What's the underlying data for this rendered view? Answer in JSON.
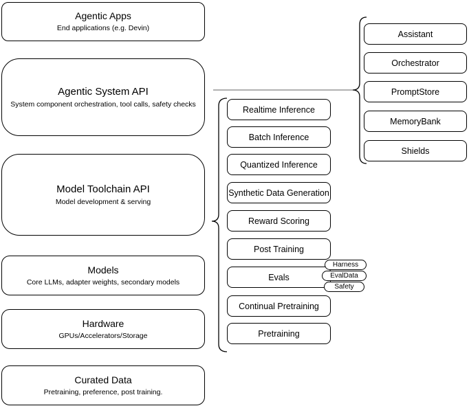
{
  "stack": [
    {
      "title": "Agentic Apps",
      "subtitle": "End applications (e.g. Devin)"
    },
    {
      "title": "Agentic System API",
      "subtitle": "System component orchestration, tool calls, safety checks"
    },
    {
      "title": "Model Toolchain API",
      "subtitle": "Model development & serving"
    },
    {
      "title": "Models",
      "subtitle": "Core LLMs, adapter weights, secondary models"
    },
    {
      "title": "Hardware",
      "subtitle": "GPUs/Accelerators/Storage"
    },
    {
      "title": "Curated Data",
      "subtitle": "Pretraining, preference, post training."
    }
  ],
  "toolchain": {
    "items": [
      "Realtime Inference",
      "Batch Inference",
      "Quantized Inference",
      "Synthetic Data Generation",
      "Reward Scoring",
      "Post Training",
      "Evals",
      "Continual Pretraining",
      "Pretraining"
    ]
  },
  "eval_tags": [
    "Harness",
    "EvalData",
    "Safety"
  ],
  "components": [
    "Assistant",
    "Orchestrator",
    "PromptStore",
    "MemoryBank",
    "Shields"
  ],
  "colors": {
    "stroke": "#000000",
    "background": "#ffffff",
    "connector": "#808080",
    "text": "#000000"
  }
}
